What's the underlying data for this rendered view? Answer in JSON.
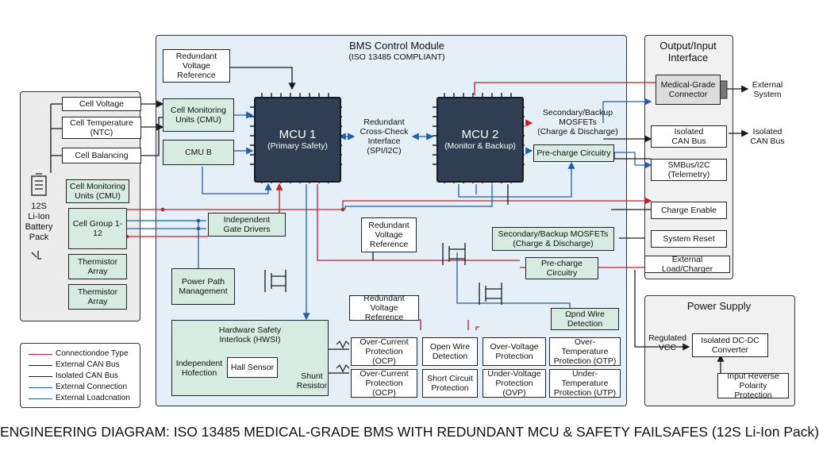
{
  "bms": {
    "title": "BMS Control Module",
    "subtitle": "(ISO 13485 COMPLIANT)"
  },
  "io": {
    "title": "Output/Input\nInterface"
  },
  "power": {
    "title": "Power Supply"
  },
  "battery": {
    "label": "12S\nLi-Ion\nBattery\nPack"
  },
  "inputs": {
    "cell_voltage": "Cell Voltage",
    "cell_temp": "Cell Temperature\n(NTC)",
    "cell_balancing": "Cell Balancing"
  },
  "pack": {
    "cmu": "Cell Monitoring\nUnits (CMU)",
    "cell_group": "Cell Group 1-12",
    "thermistor1": "Thermistor\nArray",
    "thermistor2": "Thermistor\nArray"
  },
  "core": {
    "redundant_ref_top": "Redundant\nVoltage\nReference",
    "cmu_main": "Cell Monitoring\nUnits (CMU)",
    "cmu_b": "CMU B",
    "gate_drivers": "Independent\nGate Drivers",
    "power_path": "Power Path\nManagement",
    "cross_check": "Redundant\nCross-Check\nInterface\n(SPI/I2C)",
    "redundant_ref_mid": "Redundant\nVoltage\nReference",
    "redundant_ref_low": "Redundant\nVoltage Reference",
    "mosfets1": "Secondary/Backup\nMOSFETs\n(Charge & Discharge)",
    "precharge1": "Pre-charge Circuitry",
    "mosfets2": "Secondary/Backup MOSFETs\n(Charge & Discharge)",
    "precharge2": "Pre-charge\nCircuitry",
    "open_wire_right": "Ωpnd Wire\nDetection"
  },
  "mcu1": {
    "title": "MCU 1",
    "subtitle": "(Primary Safety)"
  },
  "mcu2": {
    "title": "MCU 2",
    "subtitle": "(Monitor & Backup)"
  },
  "hwsi": {
    "title": "Hardware Safety\nInterlock (HWSI)",
    "independent": "Independent\nHofection",
    "hall": "Hall Sensor",
    "shunt": "Shunt\nResistor"
  },
  "protections": {
    "ocp1": "Over-Current\nProtection (OCP)",
    "open_wire": "Open Wire\nDetection",
    "ovp": "Over-Voltage\nProtection",
    "otp": "Over-Temperature\nProtection (OTP)",
    "ocp2": "Over-Current\nProtection (OCP)",
    "short_circuit": "Short Circuit\nProtection",
    "uvp": "Under-Voltage\nProtection (OVP)",
    "utp": "Under-Temperature\nProtection (UTP)"
  },
  "outputs": {
    "medical_connector": "Medical-Grade\nConnector",
    "external_system": "External\nSystem",
    "isolated_can": "Isolated\nCAN Bus",
    "isolated_can_ext": "Isolated\nCAN Bus",
    "smbus": "SMBus/I2C\n(Telemetry)",
    "charge_enable": "Charge Enable",
    "system_reset": "System Reset",
    "external_load": "External Load/Charger"
  },
  "supply": {
    "regulated": "Regulated\nVCC",
    "dcdc": "Isolated DC-DC\nConverter",
    "reverse": "Input Reverse\nPolarity Protection"
  },
  "legend": [
    {
      "label": "Connectiondoe Type",
      "color": "#c0202a"
    },
    {
      "label": "External CAN Bus",
      "color": "#1a1a1a"
    },
    {
      "label": "Isolated CAN Bus",
      "color": "#1a1a1a"
    },
    {
      "label": "External Connection",
      "color": "#1f5fa8"
    },
    {
      "label": "External Loadcnation",
      "color": "#1f5fa8"
    }
  ],
  "caption": "ENGINEERING DIAGRAM: ISO 13485 MEDICAL-GRADE BMS WITH REDUNDANT MCU & SAFETY FAILSAFES (12S Li-Ion Pack)",
  "colors": {
    "red": "#c0202a",
    "blue": "#1f5fa8",
    "dark": "#1a1a1a",
    "mcu": "#2f3e52",
    "panel": "#e4eff8",
    "green": "#d6ebe2"
  }
}
